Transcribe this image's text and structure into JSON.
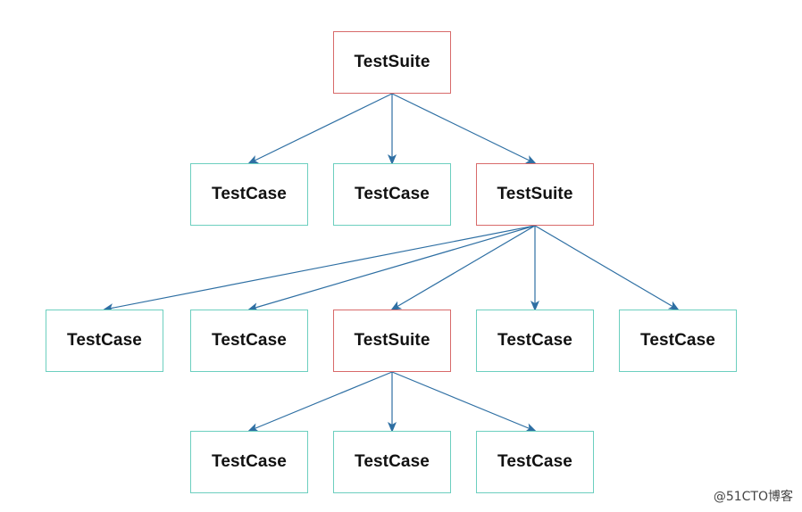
{
  "colors": {
    "suite_border": "#d86a6a",
    "case_border": "#6ccfbf",
    "edge": "#2e6fa3"
  },
  "nodes": {
    "root": {
      "label": "TestSuite",
      "kind": "suite"
    },
    "l1_case1": {
      "label": "TestCase",
      "kind": "case"
    },
    "l1_case2": {
      "label": "TestCase",
      "kind": "case"
    },
    "l1_suite": {
      "label": "TestSuite",
      "kind": "suite"
    },
    "l2_case1": {
      "label": "TestCase",
      "kind": "case"
    },
    "l2_case2": {
      "label": "TestCase",
      "kind": "case"
    },
    "l2_suite": {
      "label": "TestSuite",
      "kind": "suite"
    },
    "l2_case3": {
      "label": "TestCase",
      "kind": "case"
    },
    "l2_case4": {
      "label": "TestCase",
      "kind": "case"
    },
    "l3_case1": {
      "label": "TestCase",
      "kind": "case"
    },
    "l3_case2": {
      "label": "TestCase",
      "kind": "case"
    },
    "l3_case3": {
      "label": "TestCase",
      "kind": "case"
    }
  },
  "edges": [
    {
      "from": "root",
      "to": "l1_case1"
    },
    {
      "from": "root",
      "to": "l1_case2"
    },
    {
      "from": "root",
      "to": "l1_suite"
    },
    {
      "from": "l1_suite",
      "to": "l2_case1"
    },
    {
      "from": "l1_suite",
      "to": "l2_case2"
    },
    {
      "from": "l1_suite",
      "to": "l2_suite"
    },
    {
      "from": "l1_suite",
      "to": "l2_case3"
    },
    {
      "from": "l1_suite",
      "to": "l2_case4"
    },
    {
      "from": "l2_suite",
      "to": "l3_case1"
    },
    {
      "from": "l2_suite",
      "to": "l3_case2"
    },
    {
      "from": "l2_suite",
      "to": "l3_case3"
    }
  ],
  "watermark": "@51CTO博客"
}
